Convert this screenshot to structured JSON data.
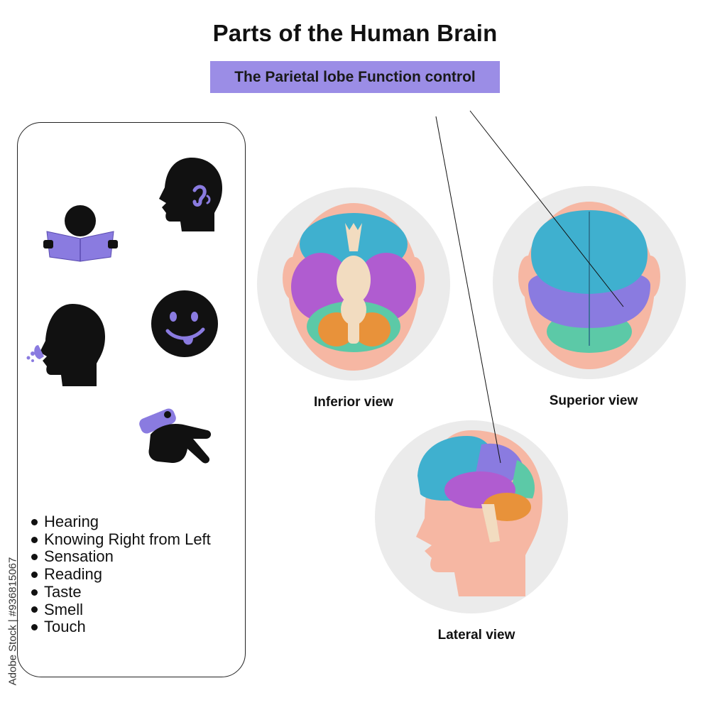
{
  "title": "Parts of the Human Brain",
  "subtitle": "The Parietal lobe Function control",
  "functions": [
    "Hearing",
    "Knowing Right from Left",
    "Sensation",
    "Reading",
    "Taste",
    "Smell",
    "Touch"
  ],
  "views": {
    "inferior": "Inferior view",
    "superior": "Superior view",
    "lateral": "Lateral view"
  },
  "stock_id": "Adobe Stock | #936815067",
  "icons": [
    "reading-person-icon",
    "hearing-head-icon",
    "smell-head-icon",
    "taste-smiley-icon",
    "touch-hand-icon"
  ],
  "colors": {
    "highlight": "#9b8de6",
    "parietal": "#8a7be0",
    "frontal": "#3fb0cf",
    "temporal": "#b05cd0",
    "occipital": "#5cc9a7",
    "cerebellum": "#e8923a",
    "skin": "#f6b7a3",
    "brainstem": "#f2dcc0",
    "circle_bg": "#ebebeb"
  }
}
